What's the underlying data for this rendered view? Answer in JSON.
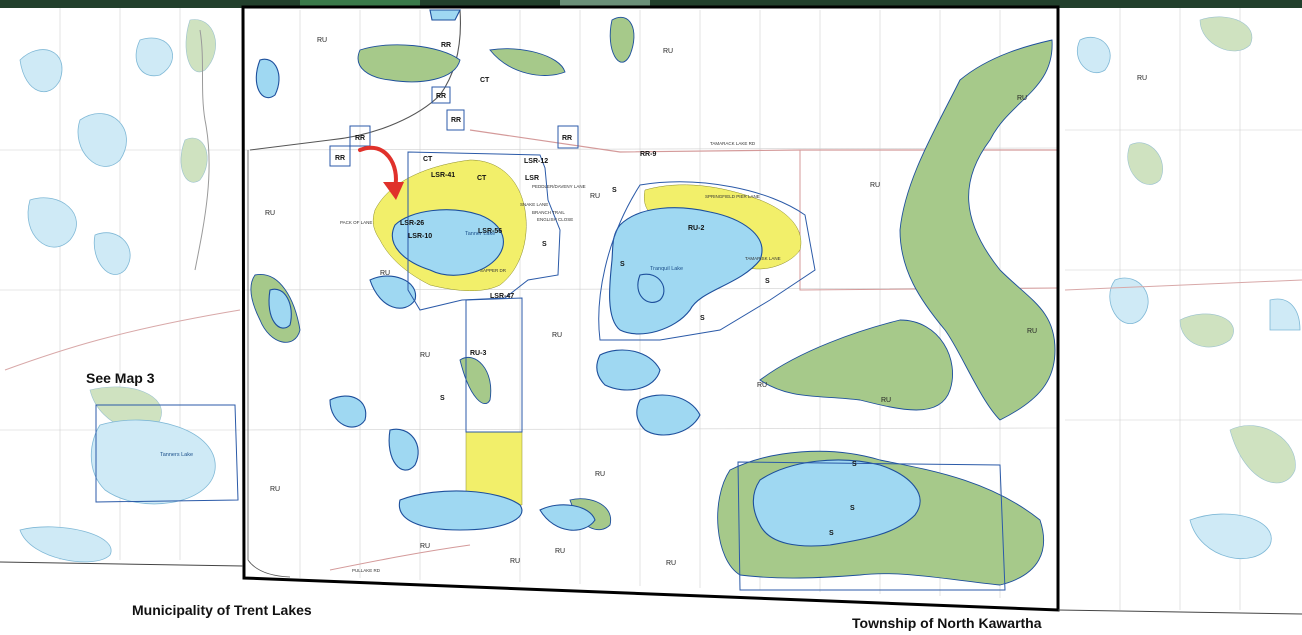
{
  "labels": {
    "see_map": "See Map 3",
    "municipality": "Municipality of Trent Lakes",
    "township": "Township of North Kawartha"
  },
  "lakes": {
    "west": "Tanners Lake",
    "central": "Tanner Lake",
    "east": "Tranquil Lake"
  },
  "zones": [
    "RU",
    "RU",
    "RU",
    "RU",
    "RU",
    "RU",
    "RU",
    "RU",
    "RU",
    "RU",
    "RU",
    "RU",
    "RU",
    "RU",
    "RU",
    "RU",
    "RU",
    "RU",
    "RU",
    "RR",
    "RR",
    "RR",
    "RR",
    "RR",
    "RR",
    "RR-9",
    "CT",
    "CT",
    "CT",
    "LSR",
    "LSR-12",
    "LSR-41",
    "LSR-26",
    "LSR-10",
    "LSR-56",
    "LSR-47",
    "RU-2",
    "RU-3",
    "S",
    "S",
    "S",
    "S",
    "S",
    "S",
    "S",
    "S",
    "S"
  ],
  "roads": [
    "PEDDLER/DAVENY LANE",
    "SNAKE LANE",
    "BRANCH TRAIL",
    "ENGLISH CLOSE",
    "TAMARACK LAKE RD",
    "PACK OF LANE",
    "PULLAKE RD",
    "SAPPER DR",
    "TAMARISK LANE",
    "SPRINGFIELD PIER LANE"
  ],
  "colors": {
    "water": "#9fd8f2",
    "water_outline": "#1d4f9c",
    "wetland": "#a6c98a",
    "shoreline_res": "#f2ef6a",
    "arrow": "#e0312b",
    "boundary": "#000000"
  }
}
